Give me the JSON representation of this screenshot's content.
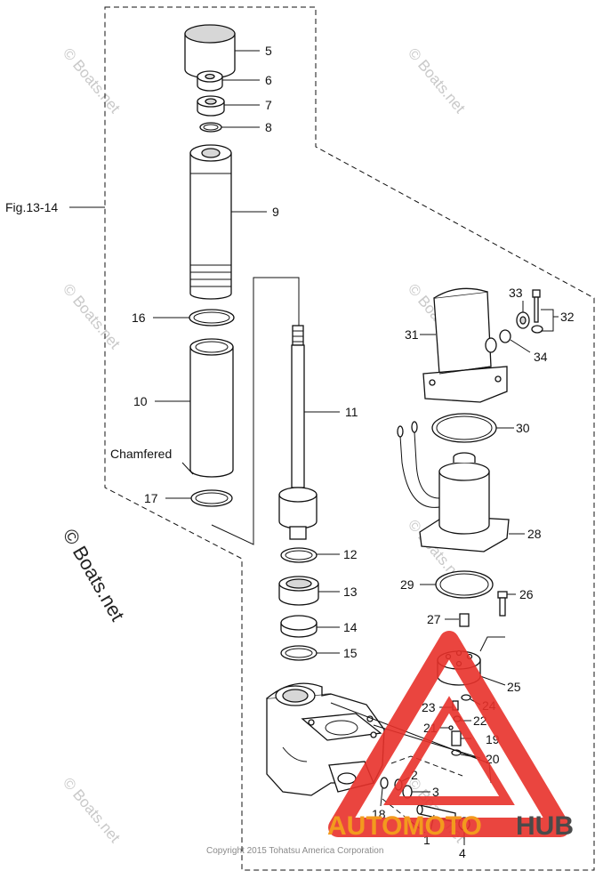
{
  "figure_ref": "Fig.13-14",
  "chamfered_note": "Chamfered",
  "watermark_text": "© Boats.net",
  "watermark_big": "© Boats.net",
  "copyright": "Copyright 2015 Tohatsu America Corporation",
  "logo": {
    "part1": "AUTOMOTO",
    "part2": "HUB",
    "color_primary": "#f39a1e",
    "color_secondary": "#4a4a4a",
    "triangle_color": "#e8312a"
  },
  "callouts": [
    "1",
    "2",
    "3",
    "4",
    "5",
    "6",
    "7",
    "8",
    "9",
    "10",
    "11",
    "12",
    "13",
    "14",
    "15",
    "16",
    "17",
    "18",
    "19",
    "20",
    "21",
    "22",
    "23",
    "24",
    "25",
    "26",
    "27",
    "28",
    "29",
    "30",
    "31",
    "32",
    "33",
    "34"
  ]
}
